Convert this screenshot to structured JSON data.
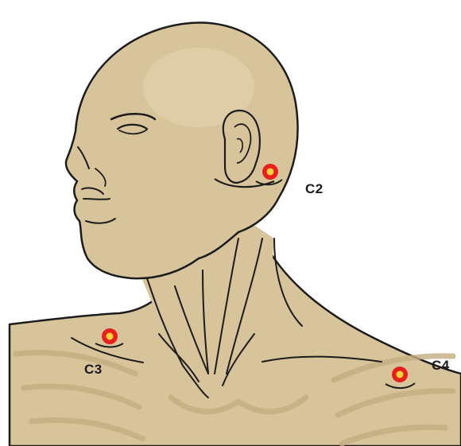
{
  "figure": {
    "points": [
      {
        "id": "c2",
        "label": "C2"
      },
      {
        "id": "c3",
        "label": "C3"
      },
      {
        "id": "c4",
        "label": "C4"
      }
    ]
  },
  "colors": {
    "skin": "#d8c49a",
    "skin_shade": "#c7b084",
    "skin_light": "#e6d6b2",
    "outline": "#1c1c1c",
    "point_fill": "#e8201c",
    "point_center": "#ffd23a"
  }
}
